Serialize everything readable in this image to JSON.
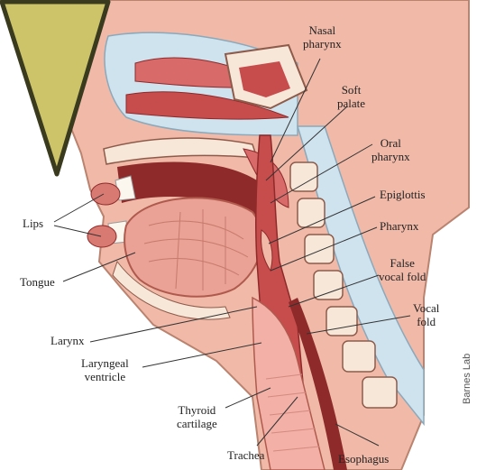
{
  "labels": {
    "nasal_pharynx": "Nasal\npharynx",
    "soft_palate": "Soft\npalate",
    "oral_pharynx": "Oral\npharynx",
    "epiglottis": "Epiglottis",
    "pharynx": "Pharynx",
    "false_vocal_fold": "False\nvocal fold",
    "vocal_fold": "Vocal\nfold",
    "lips": "Lips",
    "tongue": "Tongue",
    "larynx": "Larynx",
    "laryngeal_ventricle": "Laryngeal\nventricle",
    "thyroid_cartilage": "Thyroid\ncartilage",
    "trachea": "Trachea",
    "esophagus": "Esophagus"
  },
  "credit": "Barnes Lab",
  "colors": {
    "tissue": "#c74d4d",
    "tissue_dark": "#8e2a2a",
    "flesh": "#f0b9a8",
    "bone": "#f7e7d9",
    "airway_light": "#cfe3ef",
    "pointer_triangle": "#cdc46a"
  }
}
